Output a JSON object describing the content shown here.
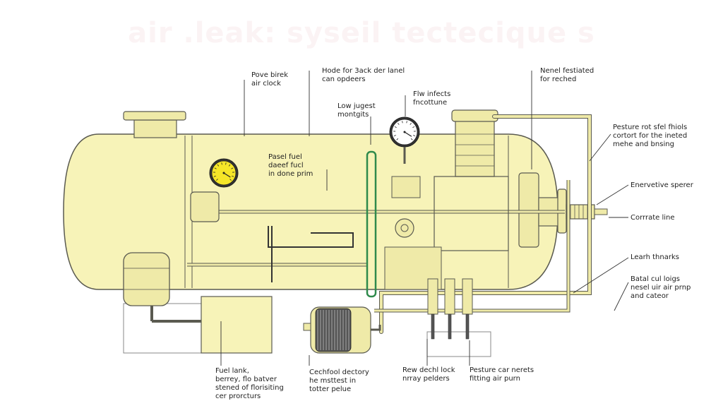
{
  "title": "air .leak: syseil tectecique s",
  "colors": {
    "tank_fill": "#f7f3b8",
    "tank_stroke": "#5a5a50",
    "pipe_fill": "#efeaa8",
    "gauge_face": "#f5e628",
    "valve_green": "#2f8a4c",
    "line": "#333333",
    "label_text": "#222222",
    "title_watermark": "#fbf3f4"
  },
  "labels": {
    "pove_birek": [
      "Pove birek",
      "air clock"
    ],
    "hode_for": [
      "Hode for 3ack der lanel",
      "can opdeers"
    ],
    "neirel": [
      "Nenel festiated",
      "for reched"
    ],
    "flw_infects": [
      "Flw infects",
      "fncottune"
    ],
    "low_jugest": [
      "Low jugest",
      "montgits"
    ],
    "pasel_fuel": [
      "Pasel fuel",
      "daeef fucl",
      "in done prim"
    ],
    "pesture_rot": [
      "Pesture rot sfel fhiols",
      "cortort for the ineted",
      "mehe and bnsing"
    ],
    "enervetive": [
      "Enervetive sperer"
    ],
    "corrrate": [
      "Corrrate line"
    ],
    "learh": [
      "Learh thnarks"
    ],
    "batal": [
      "Batal cul loigs",
      "nesel uir air prnp",
      "and cateor"
    ],
    "fuel_lank": [
      "Fuel lank,",
      "berrey, flo batver",
      "stened of florisiting",
      "cer prorcturs"
    ],
    "cechfool": [
      "Cechfool dectory",
      "he msttest in",
      "totter pelue"
    ],
    "rew_dechl": [
      "Rew dechl lock",
      "nrray pelders"
    ],
    "pesture_car": [
      "Pesture car nerets",
      "fitting air purn"
    ]
  },
  "icons": [
    "pressure-gauge-icon",
    "fuel-filter-icon",
    "manifold-icon"
  ]
}
